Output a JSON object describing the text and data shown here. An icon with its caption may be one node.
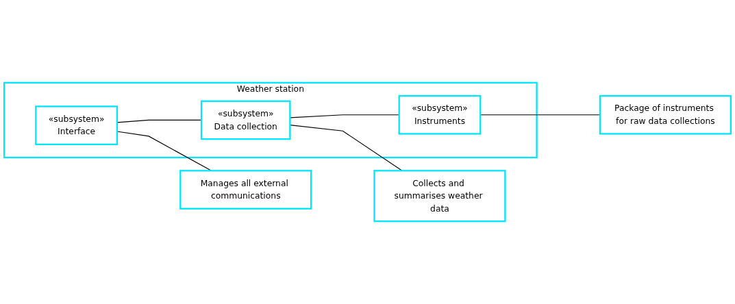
{
  "diagram": {
    "nodes": [
      {
        "text": [
          "Weather station"
        ]
      },
      {
        "text": [
          "«subsystem»",
          "Interface"
        ],
        "in": 0
      },
      {
        "text": [
          "«subsystem»",
          "Data collection"
        ],
        "in": 0
      },
      {
        "text": [
          "«subsystem»",
          "Instruments"
        ],
        "in": 0
      },
      {
        "text": [
          "Manages all external communications"
        ]
      },
      {
        "text": [
          "Collects and summarises weather data"
        ]
      },
      {
        "text": [
          "Package of instruments for raw data collections"
        ]
      }
    ],
    "edges": [
      {
        "from": 1,
        "to": 2,
        "arrow": "none"
      },
      {
        "from": 2,
        "to": 3,
        "arrow": "none"
      },
      {
        "from": 1,
        "to": 4,
        "arrow": "none"
      },
      {
        "from": 2,
        "to": 5,
        "arrow": "none"
      },
      {
        "from": 3,
        "to": 6,
        "arrow": "none"
      }
    ]
  }
}
